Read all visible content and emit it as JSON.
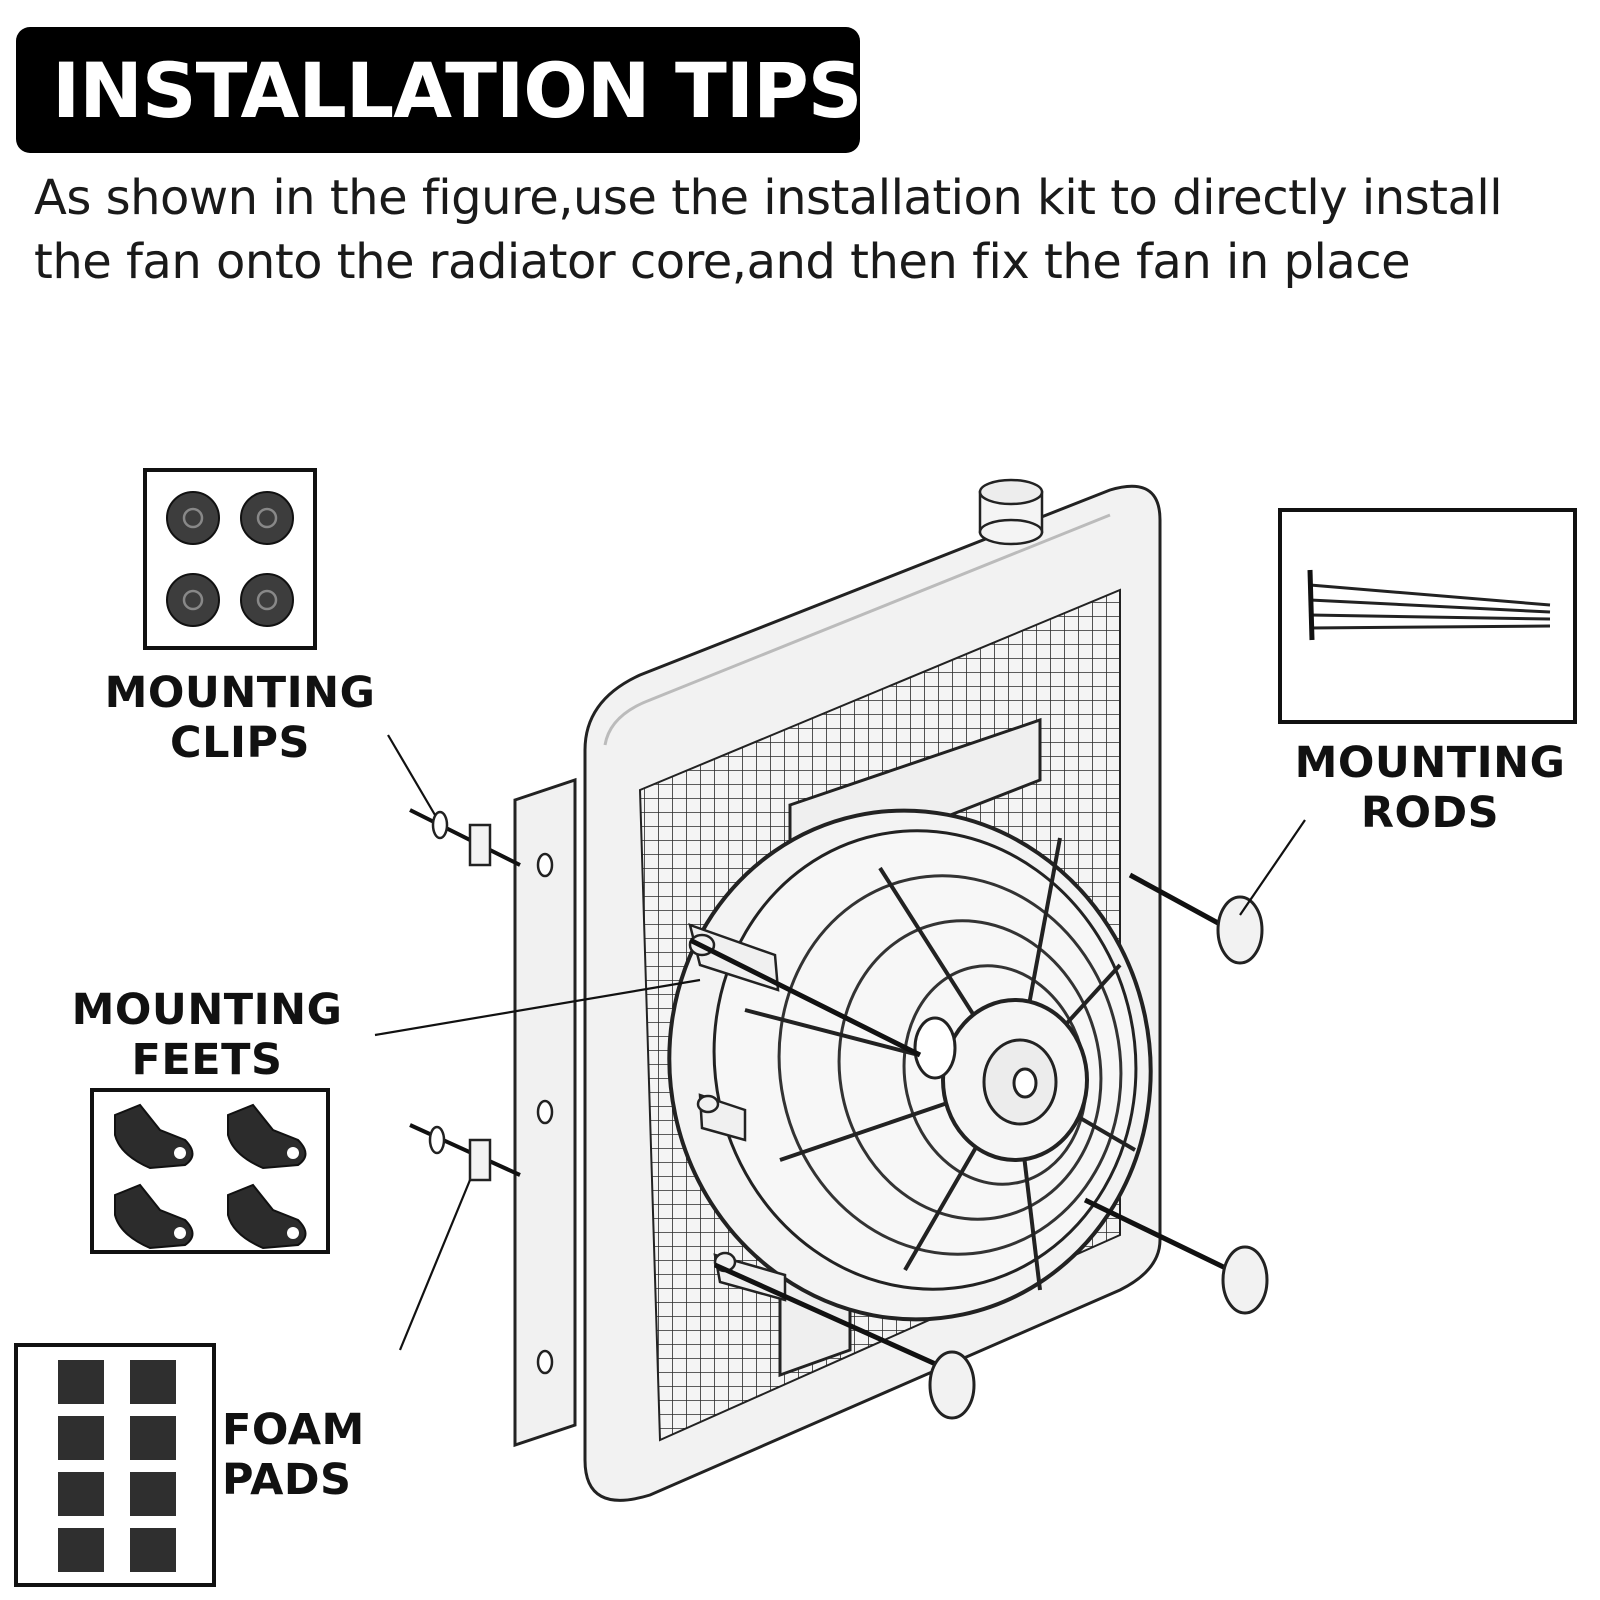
{
  "header": {
    "title": "INSTALLATION TIPS",
    "subtitle_line1": "As shown in the figure,use the installation kit to directly install",
    "subtitle_line2": "the fan onto the radiator core,and then fix the fan in place"
  },
  "callouts": {
    "mounting_clips": {
      "line1": "MOUNTING",
      "line2": "CLIPS"
    },
    "mounting_rods": {
      "line1": "MOUNTING",
      "line2": "RODS"
    },
    "mounting_feets": {
      "line1": "MOUNTING",
      "line2": "FEETS"
    },
    "foam_pads": {
      "line1": "FOAM",
      "line2": "PADS"
    }
  },
  "colors": {
    "title_bg": "#000000",
    "title_text": "#ffffff",
    "line_art": "#222222",
    "part_fill": "#3a3a3a",
    "radiator_fill": "#f2f2f2"
  },
  "parts": {
    "clip_count": 4,
    "rod_count": 4,
    "foot_count": 4,
    "pad_count": 8
  }
}
